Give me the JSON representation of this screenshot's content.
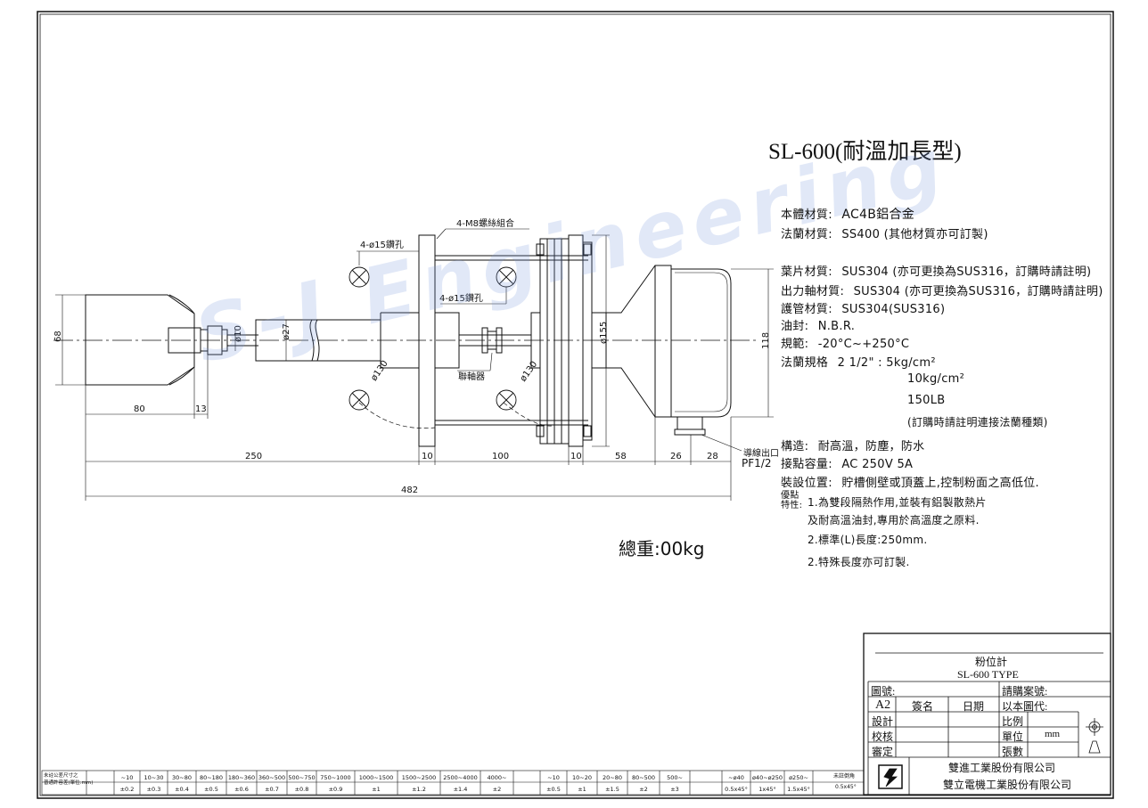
{
  "title": "SL-600(耐溫加長型)",
  "watermark": "S-J Engineering",
  "specs": {
    "body_material": {
      "label": "本體材質:",
      "value": "AC4B鋁合金"
    },
    "flange_material": {
      "label": "法蘭材質:",
      "value": "SS400  (其他材質亦可訂製)"
    },
    "blade_material": {
      "label": "葉片材質:",
      "value": "SUS304  (亦可更換為SUS316，訂購時請註明)"
    },
    "shaft_material": {
      "label": "出力軸材質:",
      "value": "SUS304  (亦可更換為SUS316，訂購時請註明)"
    },
    "tube_material": {
      "label": "護管材質:",
      "value": "SUS304(SUS316)"
    },
    "seal": {
      "label": "油封:",
      "value": "N.B.R."
    },
    "range": {
      "label": "規範:",
      "value": "-20°C~+250°C"
    },
    "flange_spec": {
      "label": "法蘭規格",
      "value": "2  1/2\" :  5kg/cm²"
    },
    "flange_spec_2": "10kg/cm²",
    "flange_spec_3": "150LB",
    "flange_note": "(訂購時請註明連接法蘭種類)",
    "structure": {
      "label": "構造:",
      "value": "耐高溫，防塵，防水"
    },
    "contact": {
      "label": "接點容量:",
      "value": "AC  250V  5A"
    },
    "install": {
      "label": "裝設位置:",
      "value": "貯槽側壁或頂蓋上,控制粉面之高低位."
    },
    "features_label": "優點\n特性:",
    "features": [
      "1.為雙段隔熱作用,並裝有鋁製散熱片",
      "及耐高溫油封,專用於高溫度之原料.",
      "2.標準(L)長度:250mm.",
      "2.特殊長度亦可訂製."
    ]
  },
  "weight": "總重:00kg",
  "drawing_labels": {
    "m8_bolt": "4-M8螺絲組合",
    "hole_top": "4-ø15鑽孔",
    "hole_mid": "4-ø15鑽孔",
    "coupling": "聯軸器",
    "cable_outlet": "導線出口",
    "pf": "PF1/2",
    "d10": "ø10",
    "d27": "ø27",
    "d130a": "ø130",
    "d130b": "ø130",
    "d155": "ø155"
  },
  "dimensions": {
    "h68": "68",
    "h118": "118",
    "d80": "80",
    "d13": "13",
    "d250": "250",
    "d10a": "10",
    "d100": "100",
    "d10b": "10",
    "d58": "58",
    "d26": "26",
    "d28": "28",
    "d482": "482"
  },
  "title_block": {
    "name": "粉位計",
    "type": "SL-600 TYPE",
    "drawing_no": "圖號:",
    "order_no": "請購案號:",
    "size": "A2",
    "sign": "簽名",
    "date": "日期",
    "replace": "以本圖代:",
    "design": "設計",
    "check": "校核",
    "approve": "審定",
    "scale": "比例",
    "unit": "單位",
    "unit_value": "mm",
    "sheets": "張數",
    "company1": "雙進工業股份有限公司",
    "company2": "雙立電機工業股份有限公司"
  },
  "tolerance": {
    "header_left": [
      "未註公差尺寸之",
      "普通許容差(單位:mm)"
    ],
    "ranges": [
      "~10",
      "10~30",
      "30~80",
      "80~180",
      "180~360",
      "360~500",
      "500~750",
      "750~1000",
      "1000~1500",
      "1500~2500",
      "2500~4000",
      "4000~"
    ],
    "values": [
      "±0.2",
      "±0.3",
      "±0.4",
      "±0.5",
      "±0.6",
      "±0.7",
      "±0.8",
      "±0.9",
      "±1",
      "±1.2",
      "±1.4",
      "±2"
    ],
    "ranges2": [
      "~10",
      "10~20",
      "20~80",
      "80~500",
      "500~"
    ],
    "values2": [
      "±0.5",
      "±1",
      "±1.5",
      "±2",
      "±3"
    ],
    "ranges3": [
      "~ø40",
      "ø40~ø250",
      "ø250~"
    ],
    "values3": [
      "0.5x45°",
      "1x45°",
      "1.5x45°"
    ],
    "last_header": "未註倒角",
    "last_value": "0.5x45°"
  }
}
